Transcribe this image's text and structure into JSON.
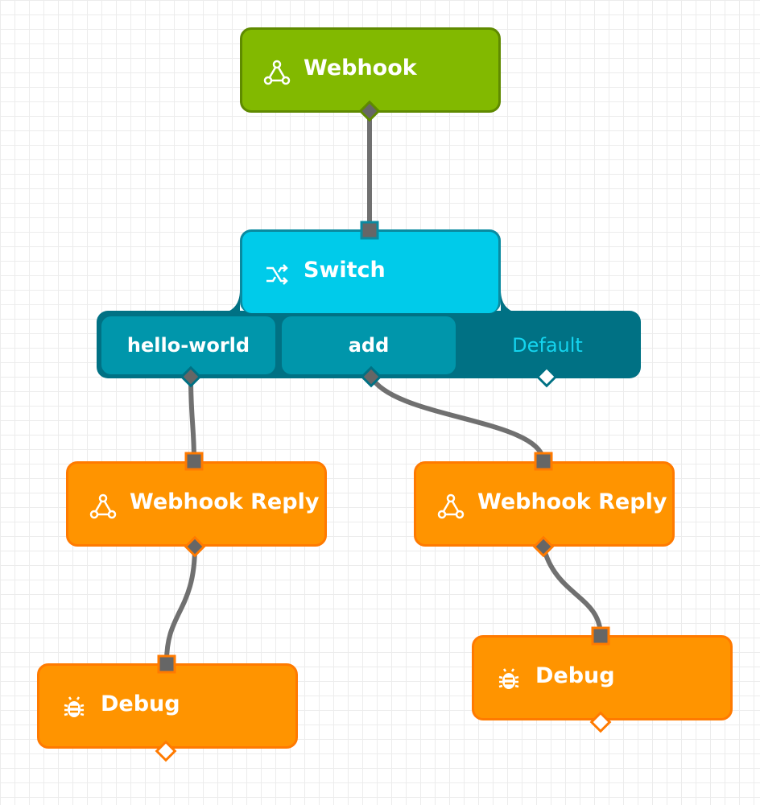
{
  "nodes": {
    "webhook": {
      "label": "Webhook",
      "icon": "webhook-icon",
      "color": "#82b900"
    },
    "switch": {
      "label": "Switch",
      "icon": "shuffle-icon",
      "color": "#00cbea",
      "cases": [
        "hello-world",
        "add"
      ],
      "default_label": "Default"
    },
    "reply_left": {
      "label": "Webhook Reply",
      "icon": "webhook-icon",
      "color": "#ff9400"
    },
    "reply_right": {
      "label": "Webhook Reply",
      "icon": "webhook-icon",
      "color": "#ff9400"
    },
    "debug_left": {
      "label": "Debug",
      "icon": "bug-icon",
      "color": "#ff9400"
    },
    "debug_right": {
      "label": "Debug",
      "icon": "bug-icon",
      "color": "#ff9400"
    }
  },
  "connections": [
    {
      "from": "webhook",
      "to": "switch"
    },
    {
      "from": "switch:hello-world",
      "to": "reply_left"
    },
    {
      "from": "switch:add",
      "to": "reply_right"
    },
    {
      "from": "reply_left",
      "to": "debug_left"
    },
    {
      "from": "reply_right",
      "to": "debug_right"
    }
  ]
}
